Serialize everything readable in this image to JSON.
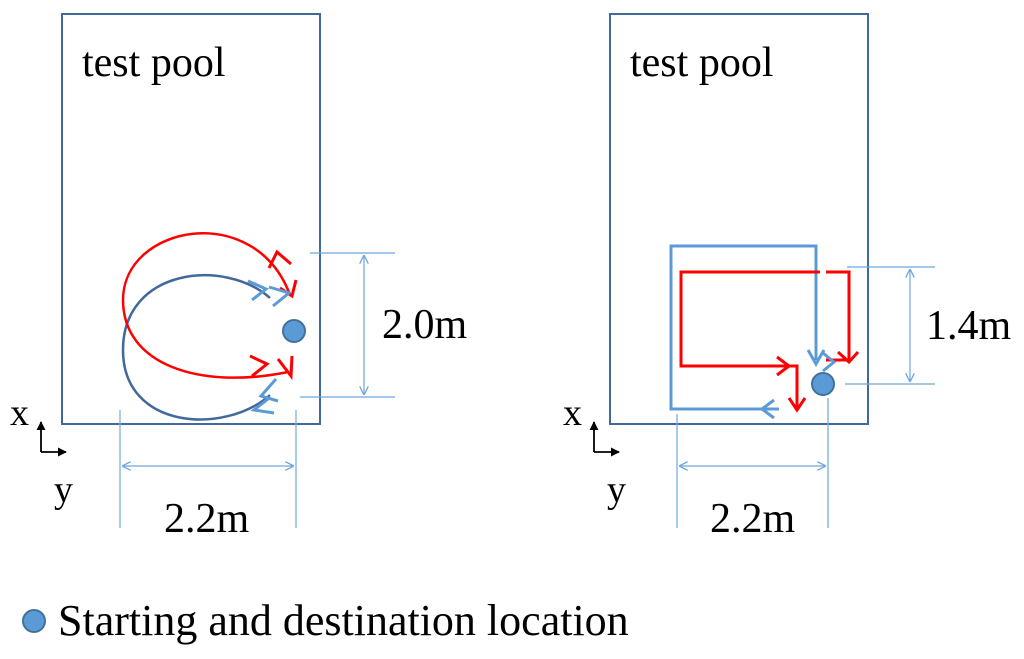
{
  "panels": [
    {
      "title": "test pool",
      "width_label": "2.2m",
      "height_label": "2.0m",
      "axis_x": "x",
      "axis_y": "y"
    },
    {
      "title": "test pool",
      "width_label": "2.2m",
      "height_label": "1.4m",
      "axis_x": "x",
      "axis_y": "y"
    }
  ],
  "legend": {
    "label": "Starting and destination location"
  },
  "colors": {
    "red_path": "#ff0000",
    "blue_path": "#5b9bd5",
    "pool_border": "#41699b",
    "dimension": "#6fa8dc",
    "marker_fill": "#5b9bd5",
    "marker_stroke": "#41719c"
  }
}
